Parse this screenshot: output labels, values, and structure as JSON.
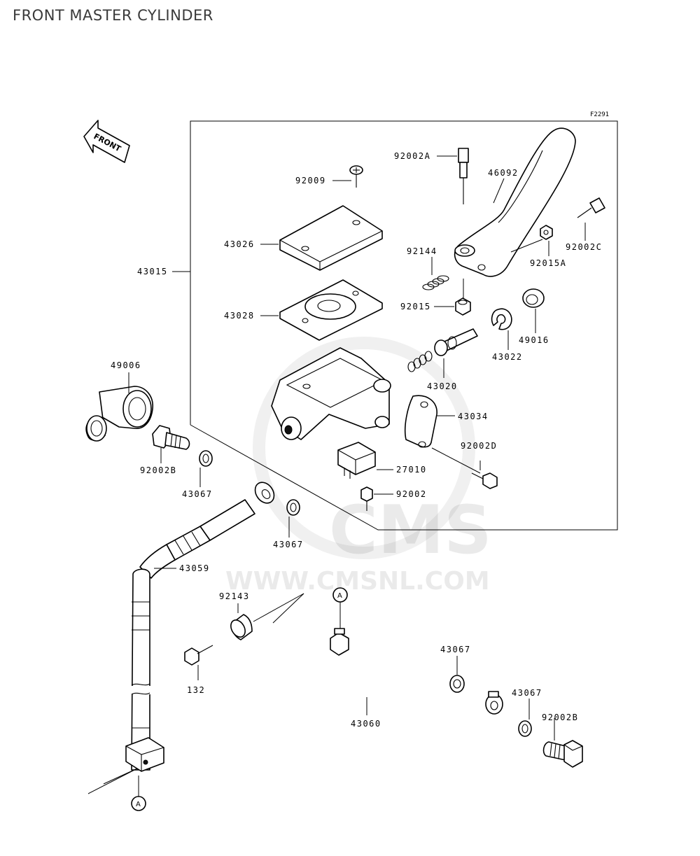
{
  "title": "FRONT MASTER CYLINDER",
  "figure_ref": "F2291",
  "direction_label": "FRONT",
  "watermark": {
    "brand": "CMS",
    "url": "WWW.CMSNL.COM"
  },
  "connector_label": "A",
  "labels": {
    "p92002A": "92002A",
    "p46092": "46092",
    "p92009": "92009",
    "p43026": "43026",
    "p92002C": "92002C",
    "p92144": "92144",
    "p92015A": "92015A",
    "p43015": "43015",
    "p43028": "43028",
    "p92015": "92015",
    "p49016": "49016",
    "p43022": "43022",
    "p49006": "49006",
    "p43020": "43020",
    "p43034": "43034",
    "p92002B_a": "92002B",
    "p92002D": "92002D",
    "p27010": "27010",
    "p43067_a": "43067",
    "p92002": "92002",
    "p43067_b": "43067",
    "p43059": "43059",
    "p92143": "92143",
    "p43067_c": "43067",
    "p132": "132",
    "p43067_d": "43067",
    "p43060": "43060",
    "p92002B_b": "92002B"
  }
}
